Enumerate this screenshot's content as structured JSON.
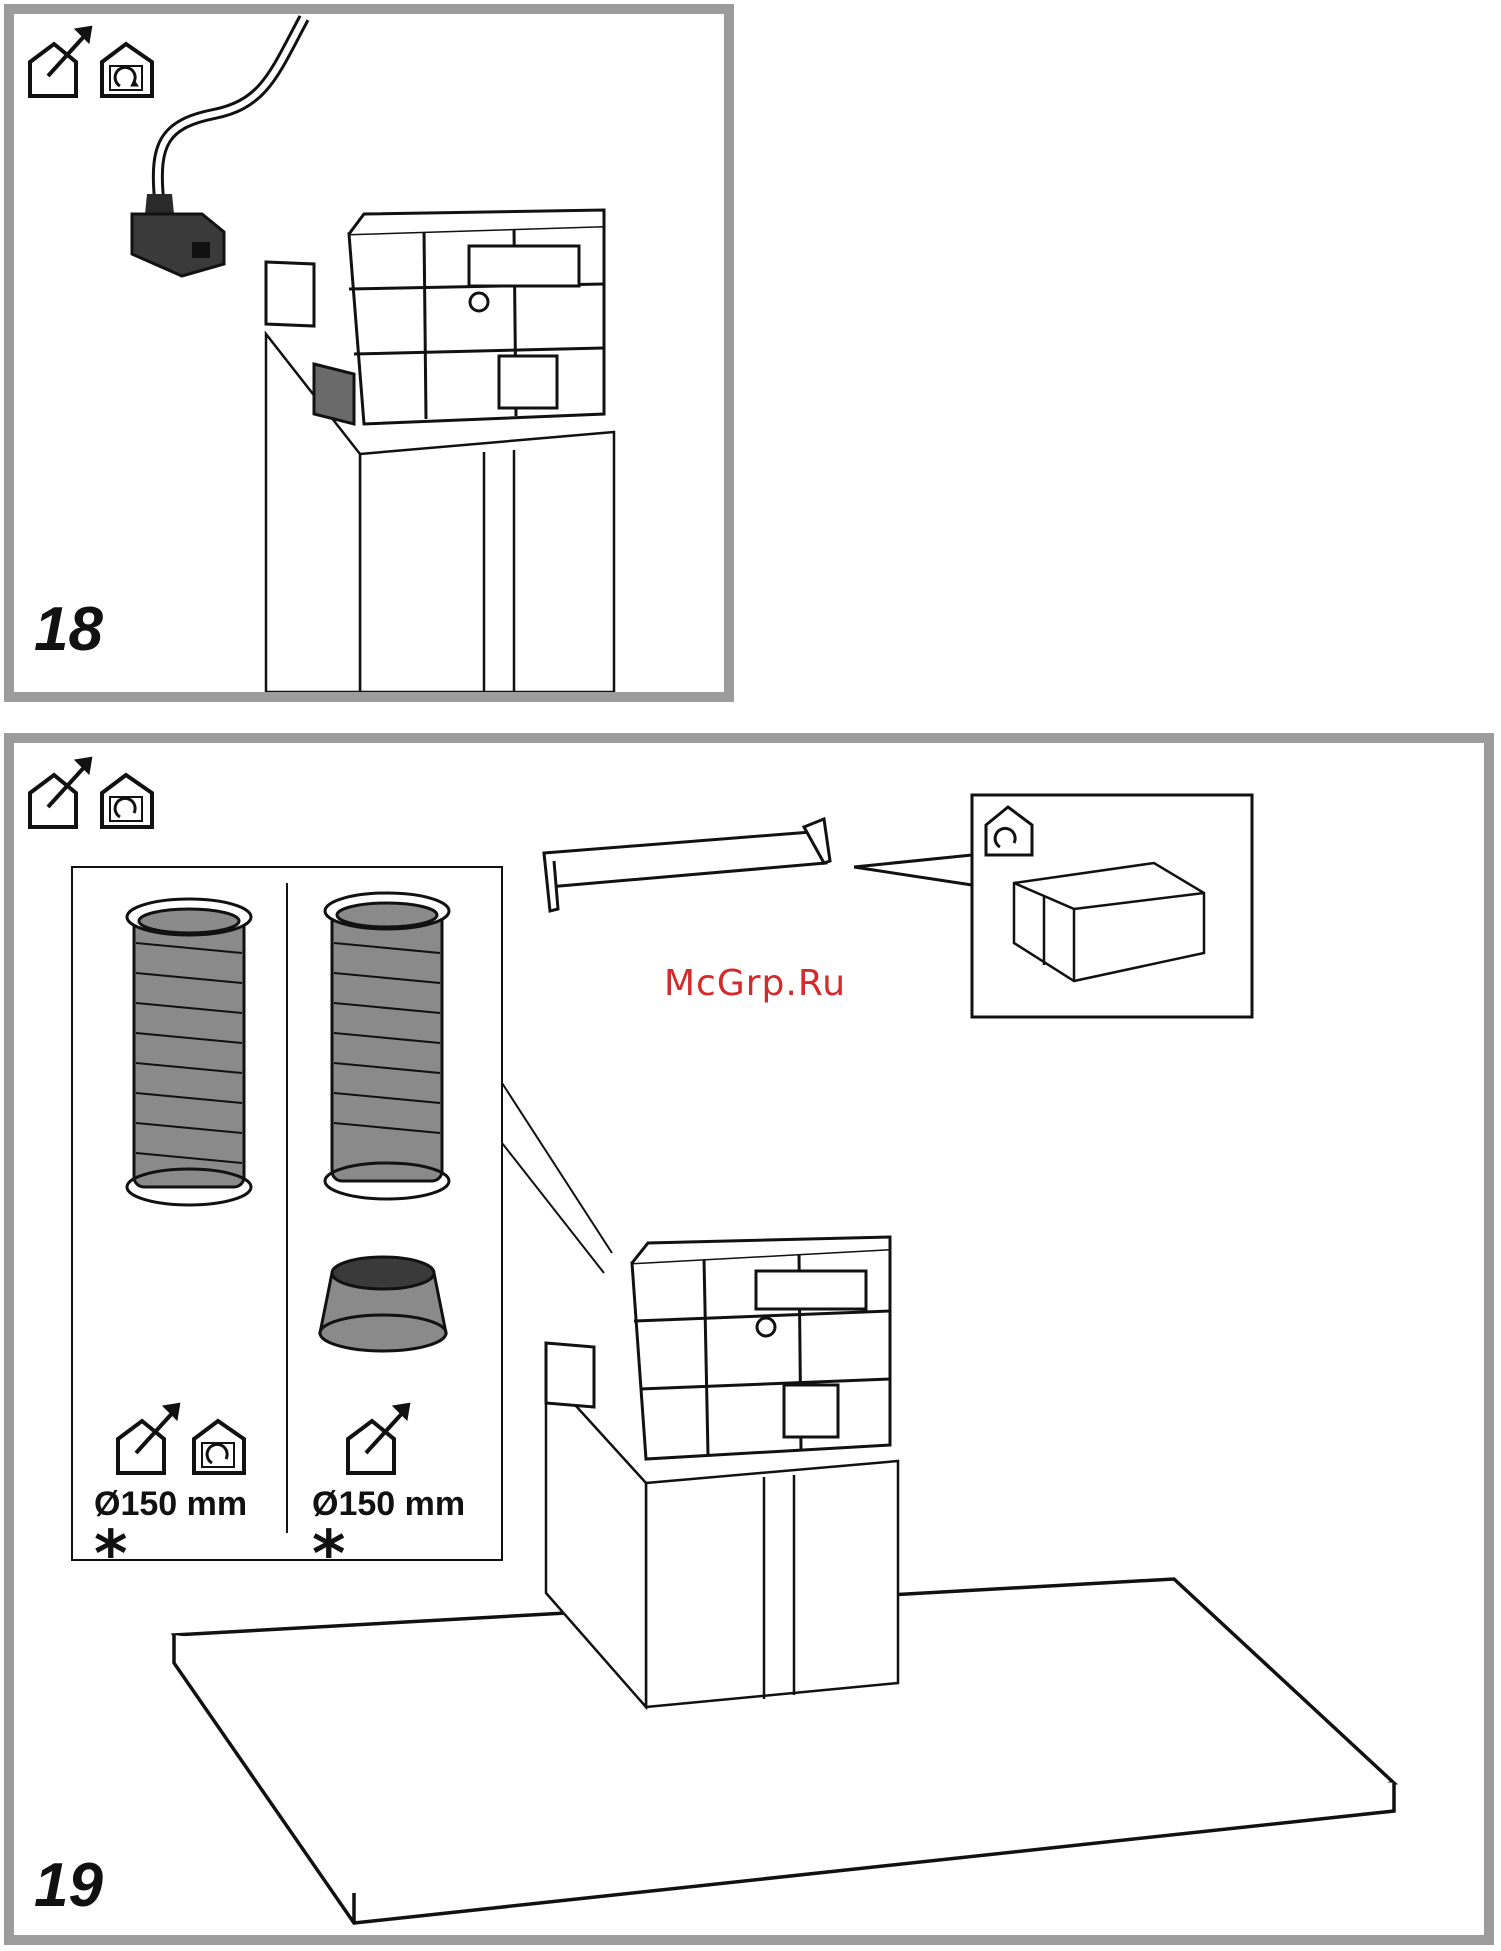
{
  "steps": [
    {
      "number": "18"
    },
    {
      "number": "19"
    }
  ],
  "watermark": "McGrp.Ru",
  "options": [
    {
      "diameter": "Ø150 mm",
      "mark": "*",
      "icons": [
        "ducted-house-icon",
        "recirculation-house-icon"
      ]
    },
    {
      "diameter": "Ø150 mm",
      "mark": "*",
      "icons": [
        "ducted-house-icon"
      ]
    }
  ],
  "colors": {
    "frame": "#9c9c9c",
    "line": "#111111",
    "watermark": "#d42a2a",
    "duct_fill": "#8a8a8a"
  }
}
